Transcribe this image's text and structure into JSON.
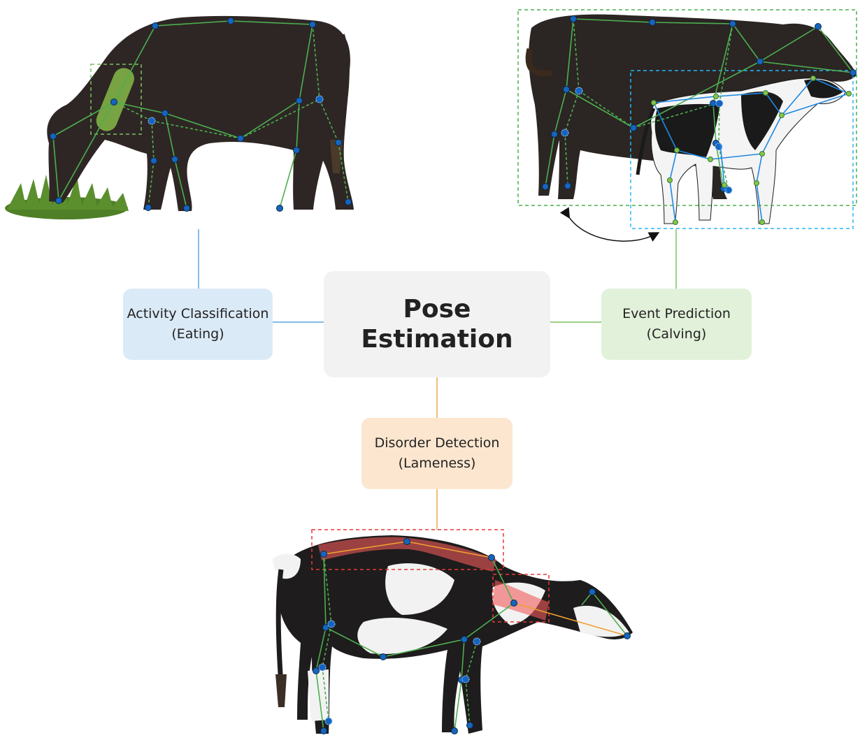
{
  "center": {
    "title": "Pose Estimation"
  },
  "nodes": {
    "activity": {
      "line1": "Activity Classification",
      "line2": "(Eating)"
    },
    "event": {
      "line1": "Event Prediction",
      "line2": "(Calving)"
    },
    "disorder": {
      "line1": "Disorder Detection",
      "line2": "(Lameness)"
    }
  },
  "colors": {
    "activity": "#dbeaf7",
    "event": "#e2f1da",
    "disorder": "#fce6cf",
    "center": "#f2f2f2",
    "activity_link": "#5aa6e0",
    "event_link": "#7cc062",
    "disorder_link": "#e8a94e",
    "keypoint": "#1565c0",
    "skeleton_adult": "#4caf50",
    "skeleton_calf": "#1e88e5",
    "lameness_highlight": "#f05a5a",
    "lameness_skeleton": "#f0a030",
    "eating_highlight": "#8bc34a"
  },
  "icons": [
    "eating-cow-image",
    "calving-cows-image",
    "lame-cow-image"
  ]
}
